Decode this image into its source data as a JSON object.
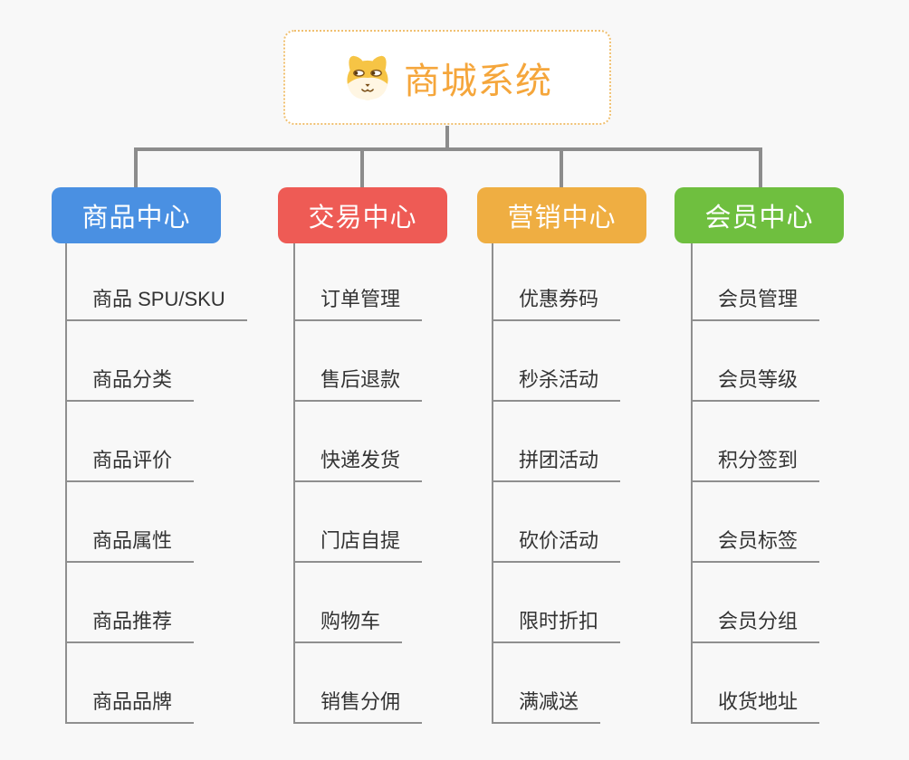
{
  "page": {
    "background_color": "#f8f8f8",
    "connector_color": "#8c8c8c"
  },
  "root": {
    "title": "商城系统",
    "icon": "dog-face-icon",
    "title_color": "#f5a63b",
    "border_color": "#f0c070"
  },
  "branches": [
    {
      "label": "商品中心",
      "color": "#4a90e2",
      "items": [
        "商品 SPU/SKU",
        "商品分类",
        "商品评价",
        "商品属性",
        "商品推荐",
        "商品品牌"
      ]
    },
    {
      "label": "交易中心",
      "color": "#ee5b55",
      "items": [
        "订单管理",
        "售后退款",
        "快递发货",
        "门店自提",
        "购物车",
        "销售分佣"
      ]
    },
    {
      "label": "营销中心",
      "color": "#efae42",
      "items": [
        "优惠券码",
        "秒杀活动",
        "拼团活动",
        "砍价活动",
        "限时折扣",
        "满减送"
      ]
    },
    {
      "label": "会员中心",
      "color": "#6fbf3f",
      "items": [
        "会员管理",
        "会员等级",
        "积分签到",
        "会员标签",
        "会员分组",
        "收货地址"
      ]
    }
  ]
}
